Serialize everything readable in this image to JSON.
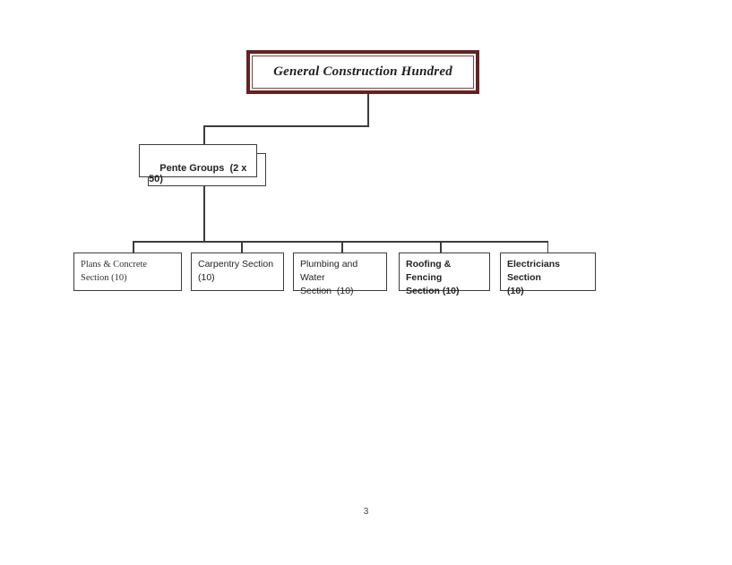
{
  "colors": {
    "page_bg": "#ffffff",
    "title_border_outer": "#622423",
    "title_border_inner": "#7d4441",
    "line": "#3c3c3c",
    "box_border": "#3c3c3c",
    "text": "#222222"
  },
  "org_chart": {
    "root": {
      "label": "General Construction Hundred"
    },
    "group": {
      "label": "Pente Groups  (2 x 50)"
    },
    "sections": [
      {
        "line1": "Plans & Concrete",
        "line2": "Section (10)"
      },
      {
        "line1": "Carpentry Section",
        "line2": "(10)"
      },
      {
        "line1": "Plumbing and Water",
        "line2": "Section  (10)"
      },
      {
        "line1": "Roofing & Fencing",
        "line2": "Section (10)"
      },
      {
        "line1": "Electricians Section",
        "line2": "(10)"
      }
    ]
  },
  "footer": {
    "page_number": "3"
  }
}
